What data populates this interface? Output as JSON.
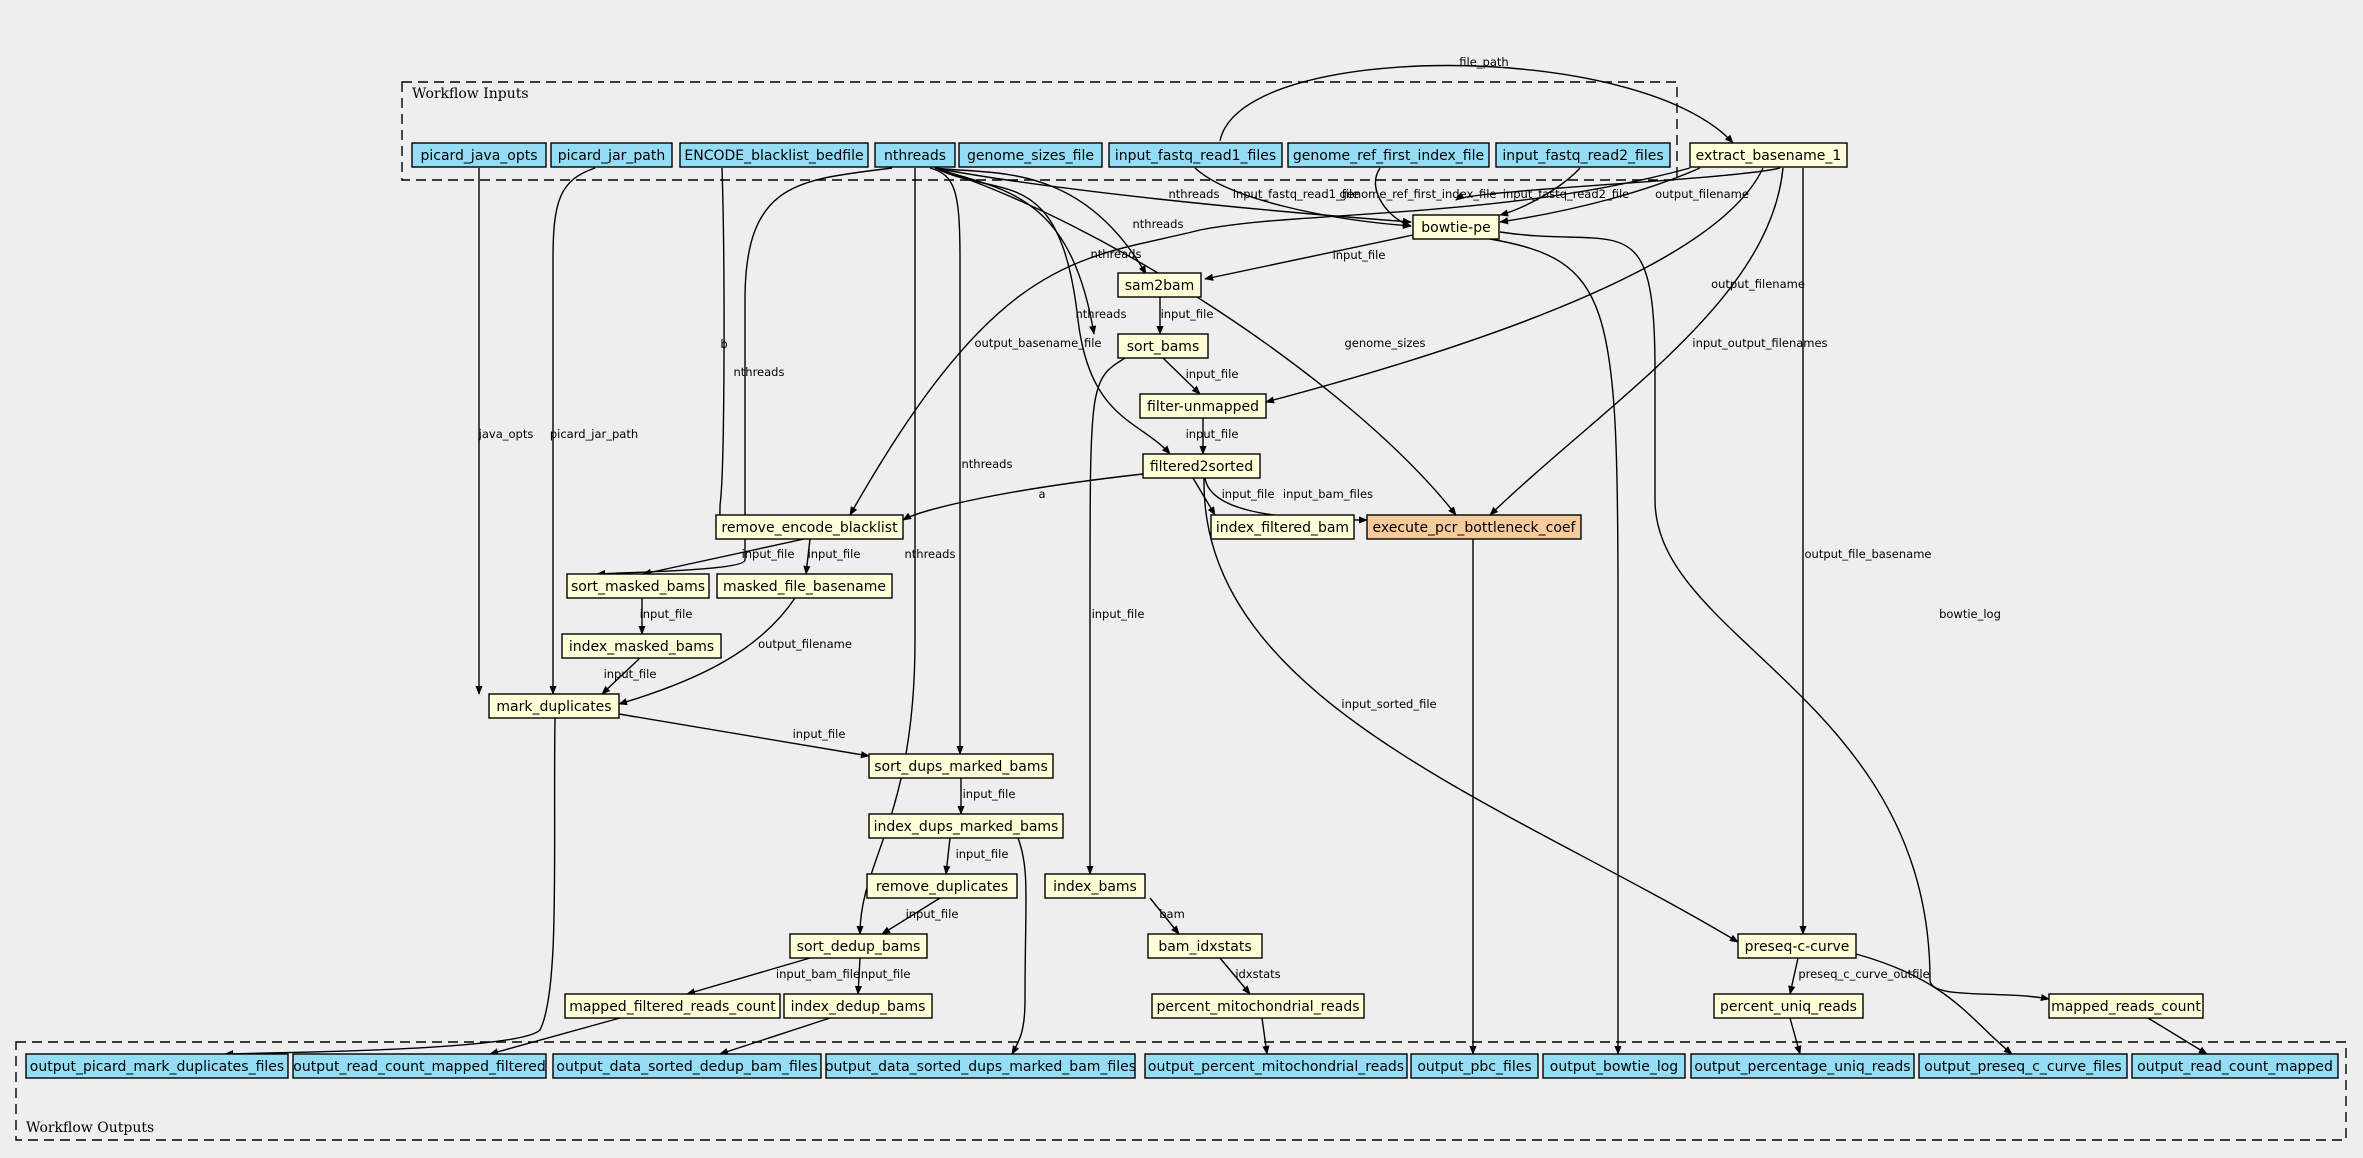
{
  "colors": {
    "background": "#eeeeee",
    "input": "#94ddf4",
    "step": "#ffffd8",
    "highlight": "#f7cb9b"
  },
  "clusters": {
    "inputs": "Workflow Inputs",
    "outputs": "Workflow Outputs"
  },
  "nodes": {
    "picard_java_opts": "picard_java_opts",
    "picard_jar_path": "picard_jar_path",
    "encode_blacklist_bedfile": "ENCODE_blacklist_bedfile",
    "nthreads": "nthreads",
    "genome_sizes_file": "genome_sizes_file",
    "input_fastq_read1_files": "input_fastq_read1_files",
    "genome_ref_first_index_file": "genome_ref_first_index_file",
    "input_fastq_read2_files": "input_fastq_read2_files",
    "extract_basename_1": "extract_basename_1",
    "bowtie_pe": "bowtie-pe",
    "sam2bam": "sam2bam",
    "sort_bams": "sort_bams",
    "filter_unmapped": "filter-unmapped",
    "filtered2sorted": "filtered2sorted",
    "remove_encode_blacklist": "remove_encode_blacklist",
    "index_filtered_bam": "index_filtered_bam",
    "execute_pcr_bottleneck_coef": "execute_pcr_bottleneck_coef",
    "sort_masked_bams": "sort_masked_bams",
    "masked_file_basename": "masked_file_basename",
    "index_masked_bams": "index_masked_bams",
    "mark_duplicates": "mark_duplicates",
    "sort_dups_marked_bams": "sort_dups_marked_bams",
    "index_dups_marked_bams": "index_dups_marked_bams",
    "remove_duplicates": "remove_duplicates",
    "sort_dedup_bams": "sort_dedup_bams",
    "index_bams": "index_bams",
    "bam_idxstats": "bam_idxstats",
    "percent_mitochondrial_reads": "percent_mitochondrial_reads",
    "mapped_filtered_reads_count": "mapped_filtered_reads_count",
    "index_dedup_bams": "index_dedup_bams",
    "preseq_c_curve": "preseq-c-curve",
    "percent_uniq_reads": "percent_uniq_reads",
    "mapped_reads_count": "mapped_reads_count",
    "output_picard_mark_duplicates_files": "output_picard_mark_duplicates_files",
    "output_read_count_mapped_filtered": "output_read_count_mapped_filtered",
    "output_data_sorted_dedup_bam_files": "output_data_sorted_dedup_bam_files",
    "output_data_sorted_dups_marked_bam_files": "output_data_sorted_dups_marked_bam_files",
    "output_percent_mitochondrial_reads": "output_percent_mitochondrial_reads",
    "output_pbc_files": "output_pbc_files",
    "output_bowtie_log": "output_bowtie_log",
    "output_percentage_uniq_reads": "output_percentage_uniq_reads",
    "output_preseq_c_curve_files": "output_preseq_c_curve_files",
    "output_read_count_mapped": "output_read_count_mapped"
  },
  "edge_labels": {
    "file_path": "file_path",
    "nthreads": "nthreads",
    "input_fastq_read1_file": "input_fastq_read1_file",
    "genome_ref_first_index_file": "genome_ref_first_index_file",
    "input_fastq_read2_file": "input_fastq_read2_file",
    "output_filename": "output_filename",
    "input_file": "input_file",
    "output_basename_file": "output_basename_file",
    "genome_sizes": "genome_sizes",
    "input_output_filenames": "input_output_filenames",
    "b": "b",
    "a": "a",
    "java_opts": "java_opts",
    "picard_jar_path": "picard_jar_path",
    "input_bam_files": "input_bam_files",
    "output_file_basename": "output_file_basename",
    "bowtie_log": "bowtie_log",
    "input_sorted_file": "input_sorted_file",
    "bam": "bam",
    "idxstats": "idxstats",
    "input_bam_file": "input_bam_file",
    "preseq_c_curve_outfile": "preseq_c_curve_outfile"
  }
}
